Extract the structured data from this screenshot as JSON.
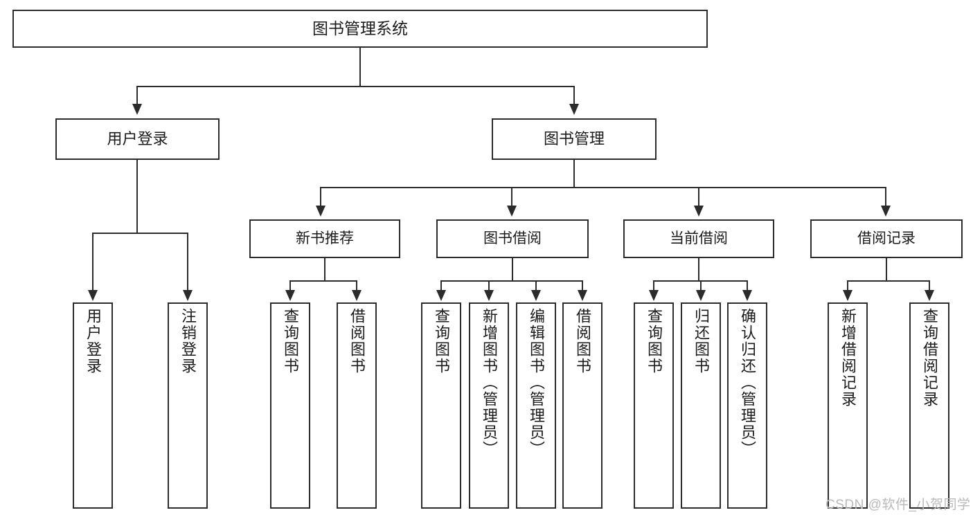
{
  "diagram": {
    "title": "图书管理系统",
    "type": "functional-decomposition-tree",
    "root": {
      "label": "图书管理系统"
    },
    "level2": [
      {
        "label": "用户登录"
      },
      {
        "label": "图书管理"
      }
    ],
    "level3": [
      {
        "label": "新书推荐"
      },
      {
        "label": "图书借阅"
      },
      {
        "label": "当前借阅"
      },
      {
        "label": "借阅记录"
      }
    ],
    "leaves": {
      "user_login": [
        {
          "label": "用户登录"
        },
        {
          "label": "注销登录"
        }
      ],
      "new_book_recommend": [
        {
          "label": "查询图书"
        },
        {
          "label": "借阅图书"
        }
      ],
      "book_borrow": [
        {
          "label": "查询图书"
        },
        {
          "label": "新增图书（管理员）"
        },
        {
          "label": "编辑图书（管理员）"
        },
        {
          "label": "借阅图书"
        }
      ],
      "current_borrow": [
        {
          "label": "查询图书"
        },
        {
          "label": "归还图书"
        },
        {
          "label": "确认归还（管理员）"
        }
      ],
      "borrow_record": [
        {
          "label": "新增借阅记录"
        },
        {
          "label": "查询借阅记录"
        }
      ]
    }
  },
  "watermark": {
    "text": "CSDN @软件_小贺同学"
  },
  "colors": {
    "stroke": "#2b2b2b",
    "fill": "#ffffff",
    "text": "#1a1a1a",
    "watermark": "#b9b9b9"
  }
}
